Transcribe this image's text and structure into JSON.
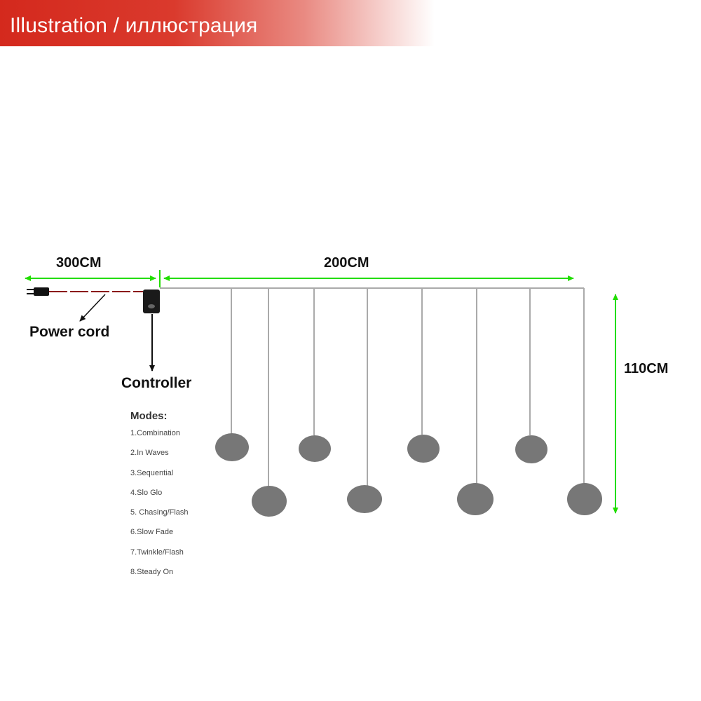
{
  "header": {
    "title": "Illustration / иллюстрация"
  },
  "dimensions": {
    "cord_length": "300CM",
    "curtain_width": "200CM",
    "drop_height": "110CM"
  },
  "labels": {
    "power_cord": "Power cord",
    "controller": "Controller"
  },
  "modes": {
    "title": "Modes:",
    "items": [
      "1.Combination",
      "2.In Waves",
      "3.Sequential",
      "4.Slo Glo",
      "5. Chasing/Flash",
      "6.Slow Fade",
      "7.Twinkle/Flash",
      "8.Steady On"
    ]
  },
  "colors": {
    "banner": "#d4291d",
    "dimension_arrow": "#22dd00",
    "wire": "#aaaaaa",
    "bulb": "#777777",
    "power_cord": "#8b1a1a",
    "controller": "#1a1a1a"
  }
}
